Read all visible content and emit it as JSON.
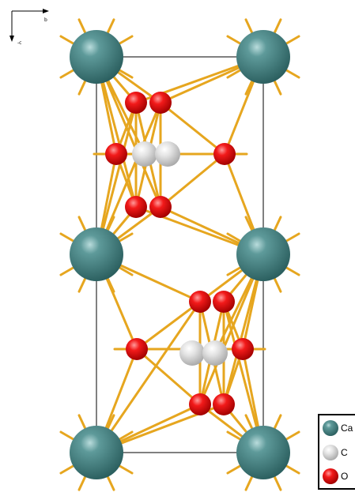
{
  "axes": {
    "b_label": "b",
    "c_label": "-c"
  },
  "legend": [
    {
      "label": "Ca",
      "color": "#3c7d7d",
      "icon": "calcium-atom-icon"
    },
    {
      "label": "C",
      "color": "#d0d0d0",
      "icon": "carbon-atom-icon"
    },
    {
      "label": "O",
      "color": "#ee1111",
      "icon": "oxygen-atom-icon"
    }
  ],
  "colors": {
    "bond": "#e6a61f",
    "cell_edge": "#000000",
    "background": "#ffffff"
  }
}
